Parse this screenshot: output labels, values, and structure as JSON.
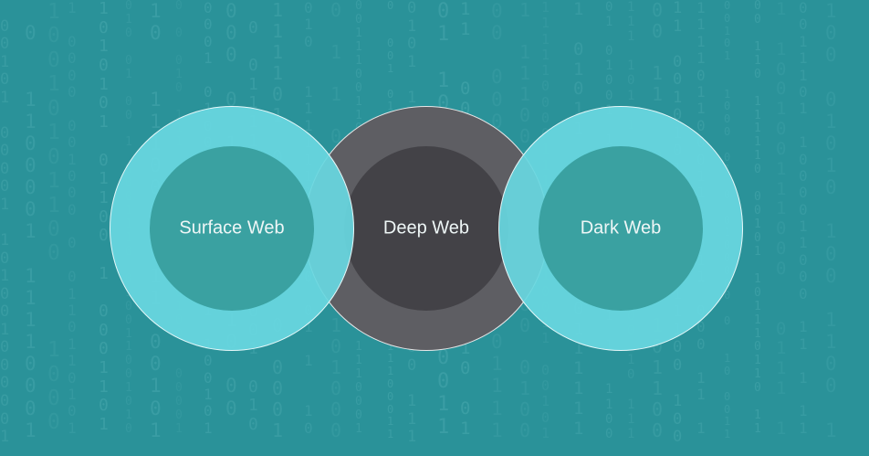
{
  "diagram": {
    "circles": [
      {
        "label": "Surface Web",
        "ring_color": "#68d7e0",
        "core_color": "#3aa1a1"
      },
      {
        "label": "Deep Web",
        "ring_color": "#5e5e63",
        "core_color": "#434247"
      },
      {
        "label": "Dark Web",
        "ring_color": "#68d7e0",
        "core_color": "#3aa1a1"
      }
    ],
    "background_color": "#2a9299"
  }
}
